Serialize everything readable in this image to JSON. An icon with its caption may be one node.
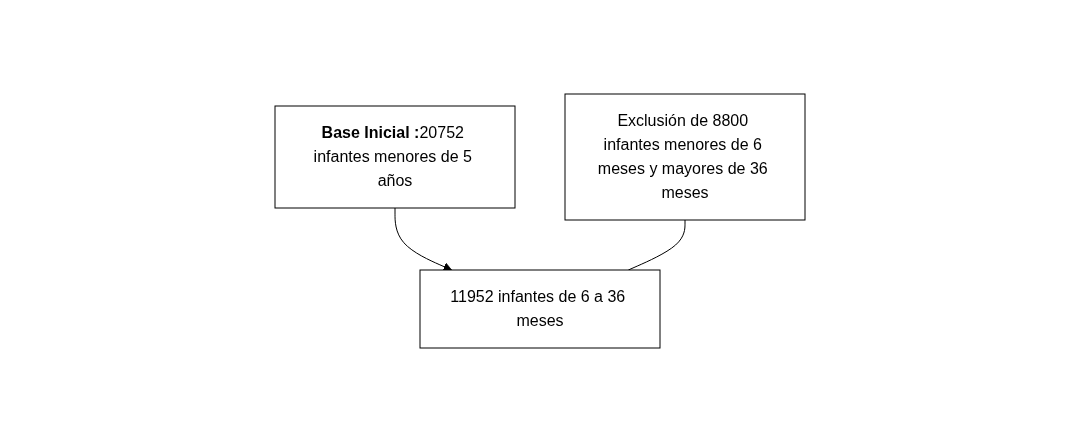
{
  "diagram": {
    "nodes": [
      {
        "text": [
          "**Base Inicial :**20752 infantes menores de 5 años"
        ]
      },
      {
        "text": [
          "Exclusión de 8800 infantes menores de 6 meses y mayores de 36 meses"
        ]
      },
      {
        "text": [
          "11952 infantes de 6 a 36 meses"
        ]
      }
    ],
    "edges": [
      {
        "from": 0,
        "to": 2,
        "arrow": "to"
      },
      {
        "from": 1,
        "to": 2,
        "arrow": "none"
      }
    ]
  }
}
